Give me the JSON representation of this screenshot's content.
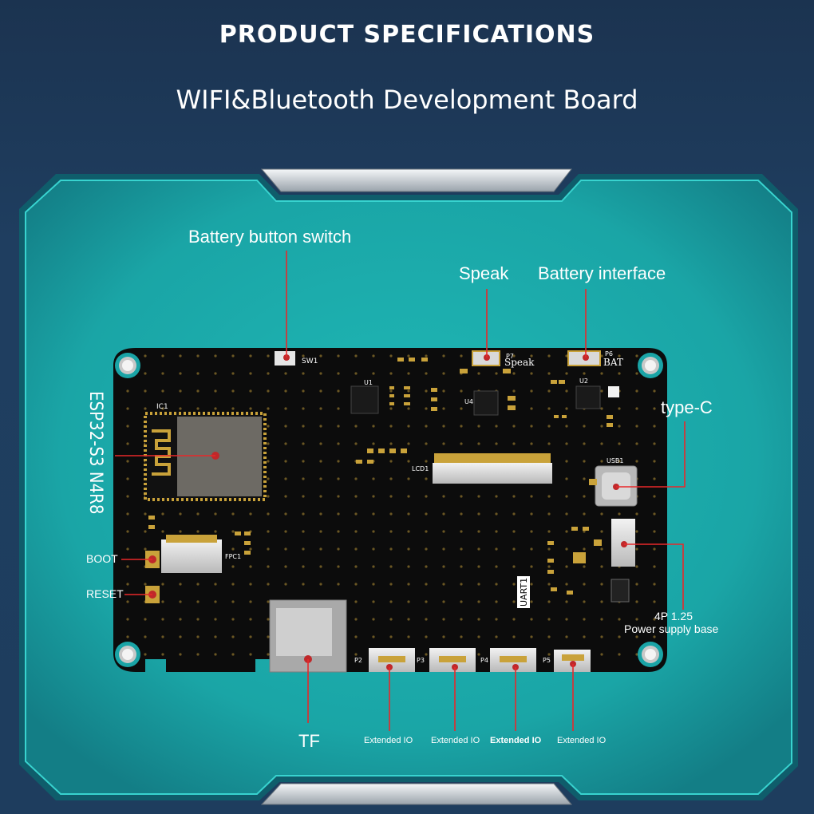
{
  "header": {
    "title": "PRODUCT SPECIFICATIONS",
    "subtitle": "WIFI&Bluetooth Development Board"
  },
  "callouts": {
    "battery_button_switch": "Battery button switch",
    "speak": "Speak",
    "battery_interface": "Battery interface",
    "type_c": "type-C",
    "module": "ESP32-S3 N4R8",
    "boot": "BOOT",
    "reset": "RESET",
    "power_line1": "4P 1.25",
    "power_line2": "Power supply base",
    "tf": "TF",
    "extended_io_1": "Extended IO",
    "extended_io_2": "Extended IO",
    "extended_io_3": "Extended IO",
    "extended_io_4": "Extended IO"
  },
  "silkscreen": {
    "speak": "Speak",
    "bat": "BAT",
    "sw1": "SW1",
    "ic1": "IC1",
    "usb1": "USB1",
    "lcd1": "LCD1",
    "uart1": "UART1",
    "fpc1": "FPC1",
    "p2": "P2",
    "p3": "P3",
    "p4": "P4",
    "p5": "P5",
    "p6": "P6",
    "p7": "P7",
    "u1": "U1",
    "u2": "U2",
    "u4": "U4"
  },
  "colors": {
    "background": "#1d3a5a",
    "panel": "#1aa4a6",
    "board": "#0c0c0c",
    "leader": "#e8282a",
    "text": "#ffffff"
  }
}
